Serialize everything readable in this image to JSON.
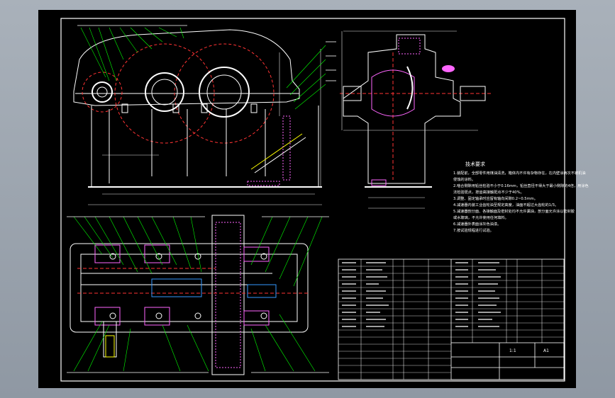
{
  "drawing": {
    "title_block": {
      "scale_value": "1:1",
      "sheet_label": "A1"
    },
    "notes": {
      "heading": "技术要求",
      "items": [
        "1.装配前，全部零件用煤油清洗，箱体内不许有杂物存在，在内壁涂两次不被机油",
        "侵蚀的涂料。",
        "2.啮合侧隙用铅丝检验不小于0.16mm，铅丝直径不得大于最小侧隙的4倍，用涂色",
        "法检验斑点，按齿高接触斑点不少于40%。",
        "3.调整、固定轴承时应留有轴向间隙0.2~0.5mm。",
        "4.减速器内装工业齿轮油至规定高度，油面不超过大齿轮的1/3。",
        "5.减速器剖分面、各接触面及密封处均不允许漏油，剖分面允许涂以密封胶",
        "或水玻璃，不允许使用任何填料。",
        "6.减速器外表面涂灰色油漆。",
        "7.按试验规程进行试验。"
      ]
    },
    "colors": {
      "background": "#000000",
      "outline": "#ffffff",
      "leader": "#00ff00",
      "dimension": "#e6e6e6",
      "hatch": "#ff66ff",
      "centerline": "#ff3333",
      "accent_cyan": "#00ffff",
      "accent_blue": "#3399ff",
      "accent_yellow": "#ffff00"
    }
  }
}
